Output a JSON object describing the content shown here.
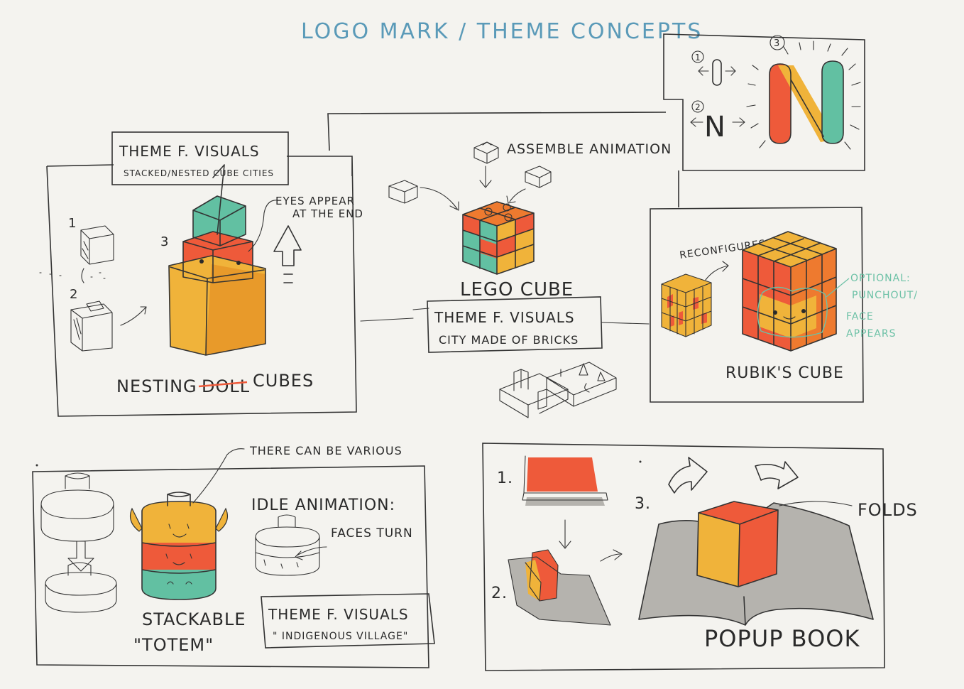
{
  "title": "LOGO MARK / THEME CONCEPTS",
  "colors": {
    "title_blue": "#5a9ab8",
    "yellow": "#f0b33a",
    "orange": "#ee7a2f",
    "red": "#ee5a3a",
    "teal": "#62c0a2",
    "grey": "#b5b3ae",
    "ink": "#2a2a2a"
  },
  "n_concept": {
    "step_1": "1",
    "step_2": "2",
    "step_3": "3",
    "letter": "N"
  },
  "nesting": {
    "theme_title": "THEME F. VISUALS",
    "theme_sub": "STACKED/NESTED CUBE CITIES",
    "eyes_line1": "EYES APPEAR",
    "eyes_line2": "AT THE END",
    "step_1": "1",
    "step_2": "2",
    "step_3": "3",
    "label_a": "NESTING",
    "label_struck": "DOLL",
    "label_b": "CUBES"
  },
  "lego": {
    "assemble": "ASSEMBLE ANIMATION",
    "label": "LEGO CUBE",
    "theme_title": "THEME F. VISUALS",
    "theme_sub": "CITY MADE OF BRICKS"
  },
  "rubik": {
    "reconfigures": "RECONFIGURES",
    "optional_1": "OPTIONAL:",
    "optional_2": "PUNCHOUT/",
    "optional_3": "FACE",
    "optional_4": "APPEARS",
    "label": "RUBIK'S CUBE"
  },
  "totem": {
    "various": "THERE CAN BE VARIOUS",
    "idle": "IDLE ANIMATION:",
    "faces": "FACES TURN",
    "label_1": "STACKABLE",
    "label_2": "\"TOTEM\"",
    "theme_title": "THEME F. VISUALS",
    "theme_sub": "\" INDIGENOUS VILLAGE\""
  },
  "popup": {
    "step_1": "1.",
    "step_2": "2.",
    "step_3": "3.",
    "folds": "FOLDS",
    "label": "POPUP BOOK"
  }
}
